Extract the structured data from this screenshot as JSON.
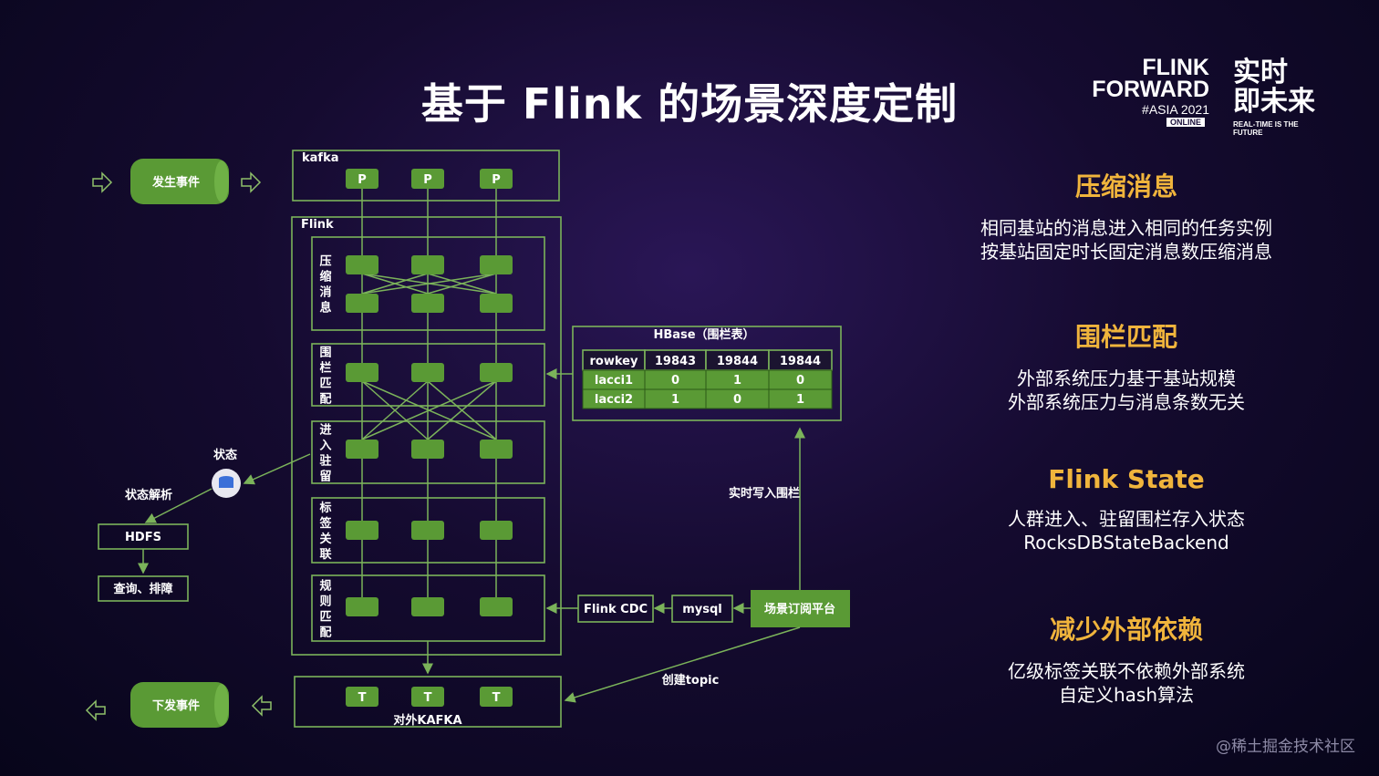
{
  "title": "基于 Flink 的场景深度定制",
  "logo": {
    "flink": "FLINK",
    "forward": "FORWARD",
    "asia": "#ASIA 2021",
    "online": "ONLINE",
    "cn_line1": "实时",
    "cn_line2": "即未来",
    "en": "REAL-TIME IS THE FUTURE"
  },
  "diagram": {
    "kafka_label": "kafka",
    "flink_label": "Flink",
    "partition_label": "P",
    "topic_label": "T",
    "event_in": "发生事件",
    "event_out": "下发事件",
    "stages": [
      "压缩消息",
      "围栏匹配",
      "进入驻留",
      "标签关联",
      "规则匹配"
    ],
    "state_label": "状态",
    "state_parse": "状态解析",
    "hdfs": "HDFS",
    "query": "查询、排障",
    "hbase_title": "HBase（围栏表）",
    "hbase_headers": [
      "rowkey",
      "19843",
      "19844",
      "19844"
    ],
    "hbase_rows": [
      [
        "lacci1",
        "0",
        "1",
        "0"
      ],
      [
        "lacci2",
        "1",
        "0",
        "1"
      ]
    ],
    "realtime_write": "实时写入围栏",
    "flink_cdc": "Flink CDC",
    "mysql": "mysql",
    "platform": "场景订阅平台",
    "create_topic": "创建topic",
    "out_kafka": "对外KAFKA"
  },
  "panels": [
    {
      "heading": "压缩消息",
      "lines": [
        "相同基站的消息进入相同的任务实例",
        "按基站固定时长固定消息数压缩消息"
      ]
    },
    {
      "heading": "围栏匹配",
      "lines": [
        "外部系统压力基于基站规模",
        "外部系统压力与消息条数无关"
      ]
    },
    {
      "heading": "Flink State",
      "lines": [
        "人群进入、驻留围栏存入状态",
        "RocksDBStateBackend"
      ]
    },
    {
      "heading": "减少外部依赖",
      "lines": [
        "亿级标签关联不依赖外部系统",
        "自定义hash算法"
      ]
    }
  ],
  "watermark": "@稀土掘金技术社区",
  "colors": {
    "node": "#5a9a35",
    "line": "#7bb35a",
    "heading": "#f0b43c"
  }
}
